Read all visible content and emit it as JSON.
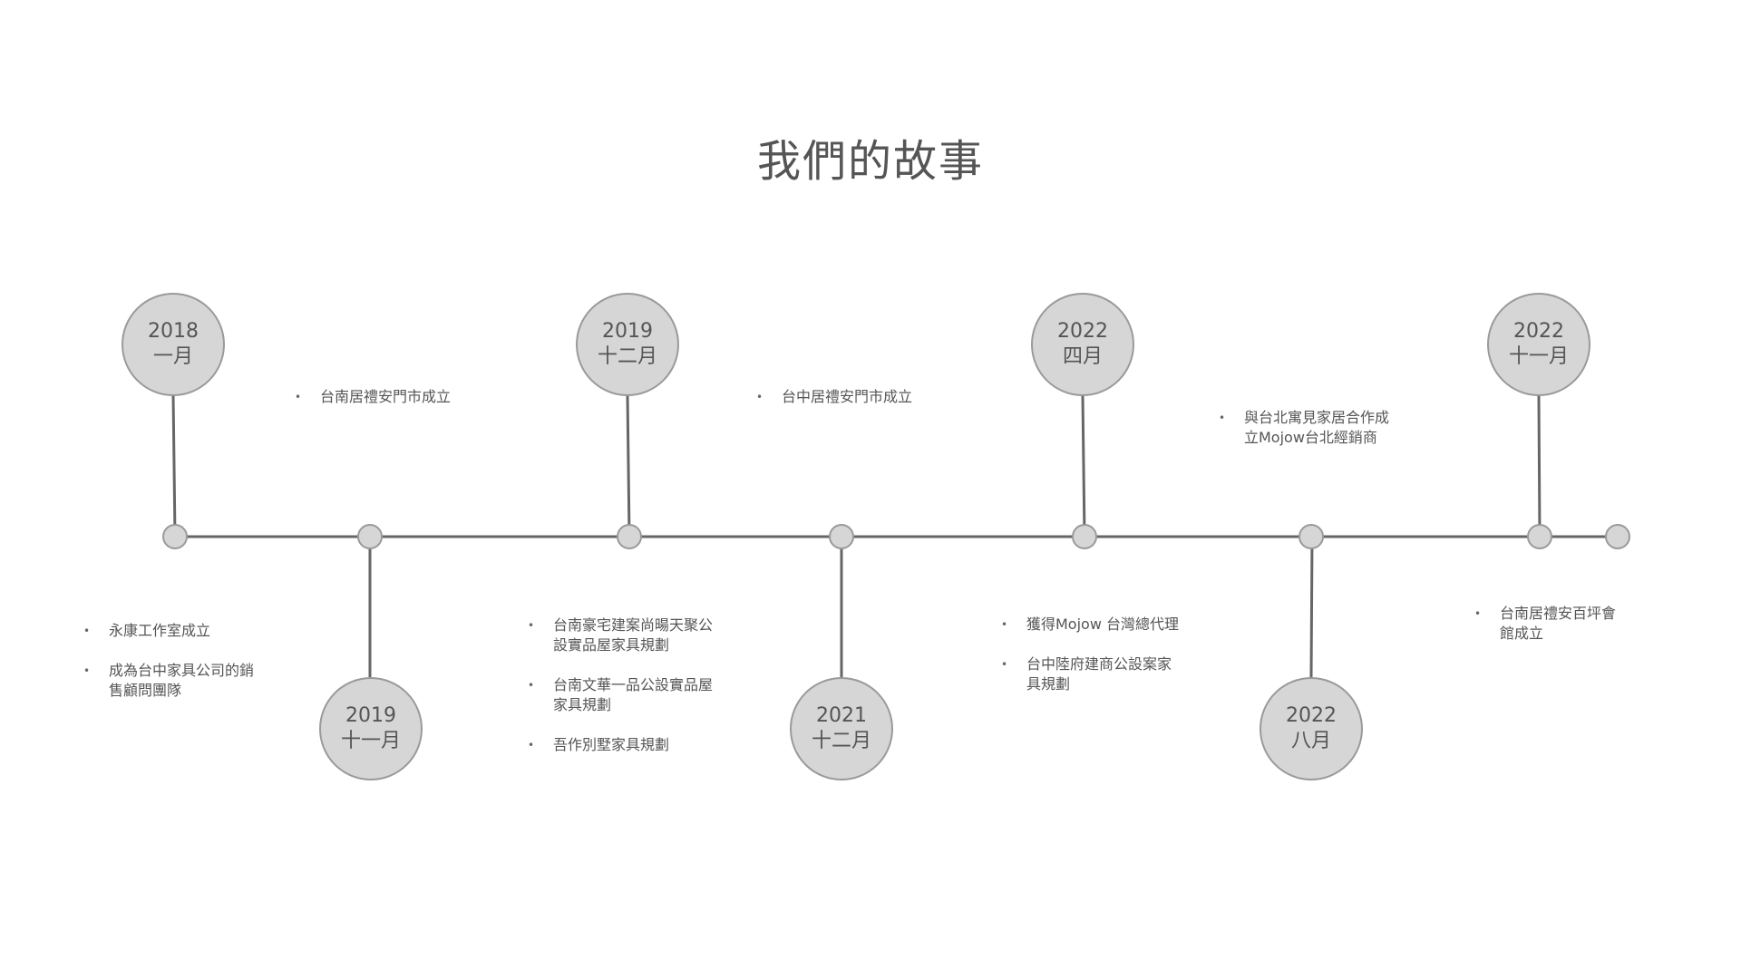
{
  "title": "我們的故事",
  "milestones": [
    {
      "year": "2018",
      "month": "一月",
      "events": [
        "永康工作室成立",
        "成為台中家具公司的銷售顧問團隊"
      ]
    },
    {
      "year": "",
      "month": "",
      "events": [
        "台南居禮安門市成立"
      ]
    },
    {
      "year": "2019",
      "month": "十一月",
      "events": []
    },
    {
      "year": "2019",
      "month": "十二月",
      "events": [
        "台南豪宅建案尚暘天聚公設實品屋家具規劃",
        "台南文華一品公設實品屋家具規劃",
        "吾作別墅家具規劃"
      ]
    },
    {
      "year": "",
      "month": "",
      "events": [
        "台中居禮安門市成立"
      ]
    },
    {
      "year": "2021",
      "month": "十二月",
      "events": []
    },
    {
      "year": "2022",
      "month": "四月",
      "events": [
        "獲得Mojow 台灣總代理",
        "台中陸府建商公設案家具規劃"
      ]
    },
    {
      "year": "",
      "month": "",
      "events": [
        "與台北寓見家居合作成立Mojow台北經銷商"
      ]
    },
    {
      "year": "2022",
      "month": "八月",
      "events": []
    },
    {
      "year": "2022",
      "month": "十一月",
      "events": [
        "台南居禮安百坪會館成立"
      ]
    }
  ]
}
